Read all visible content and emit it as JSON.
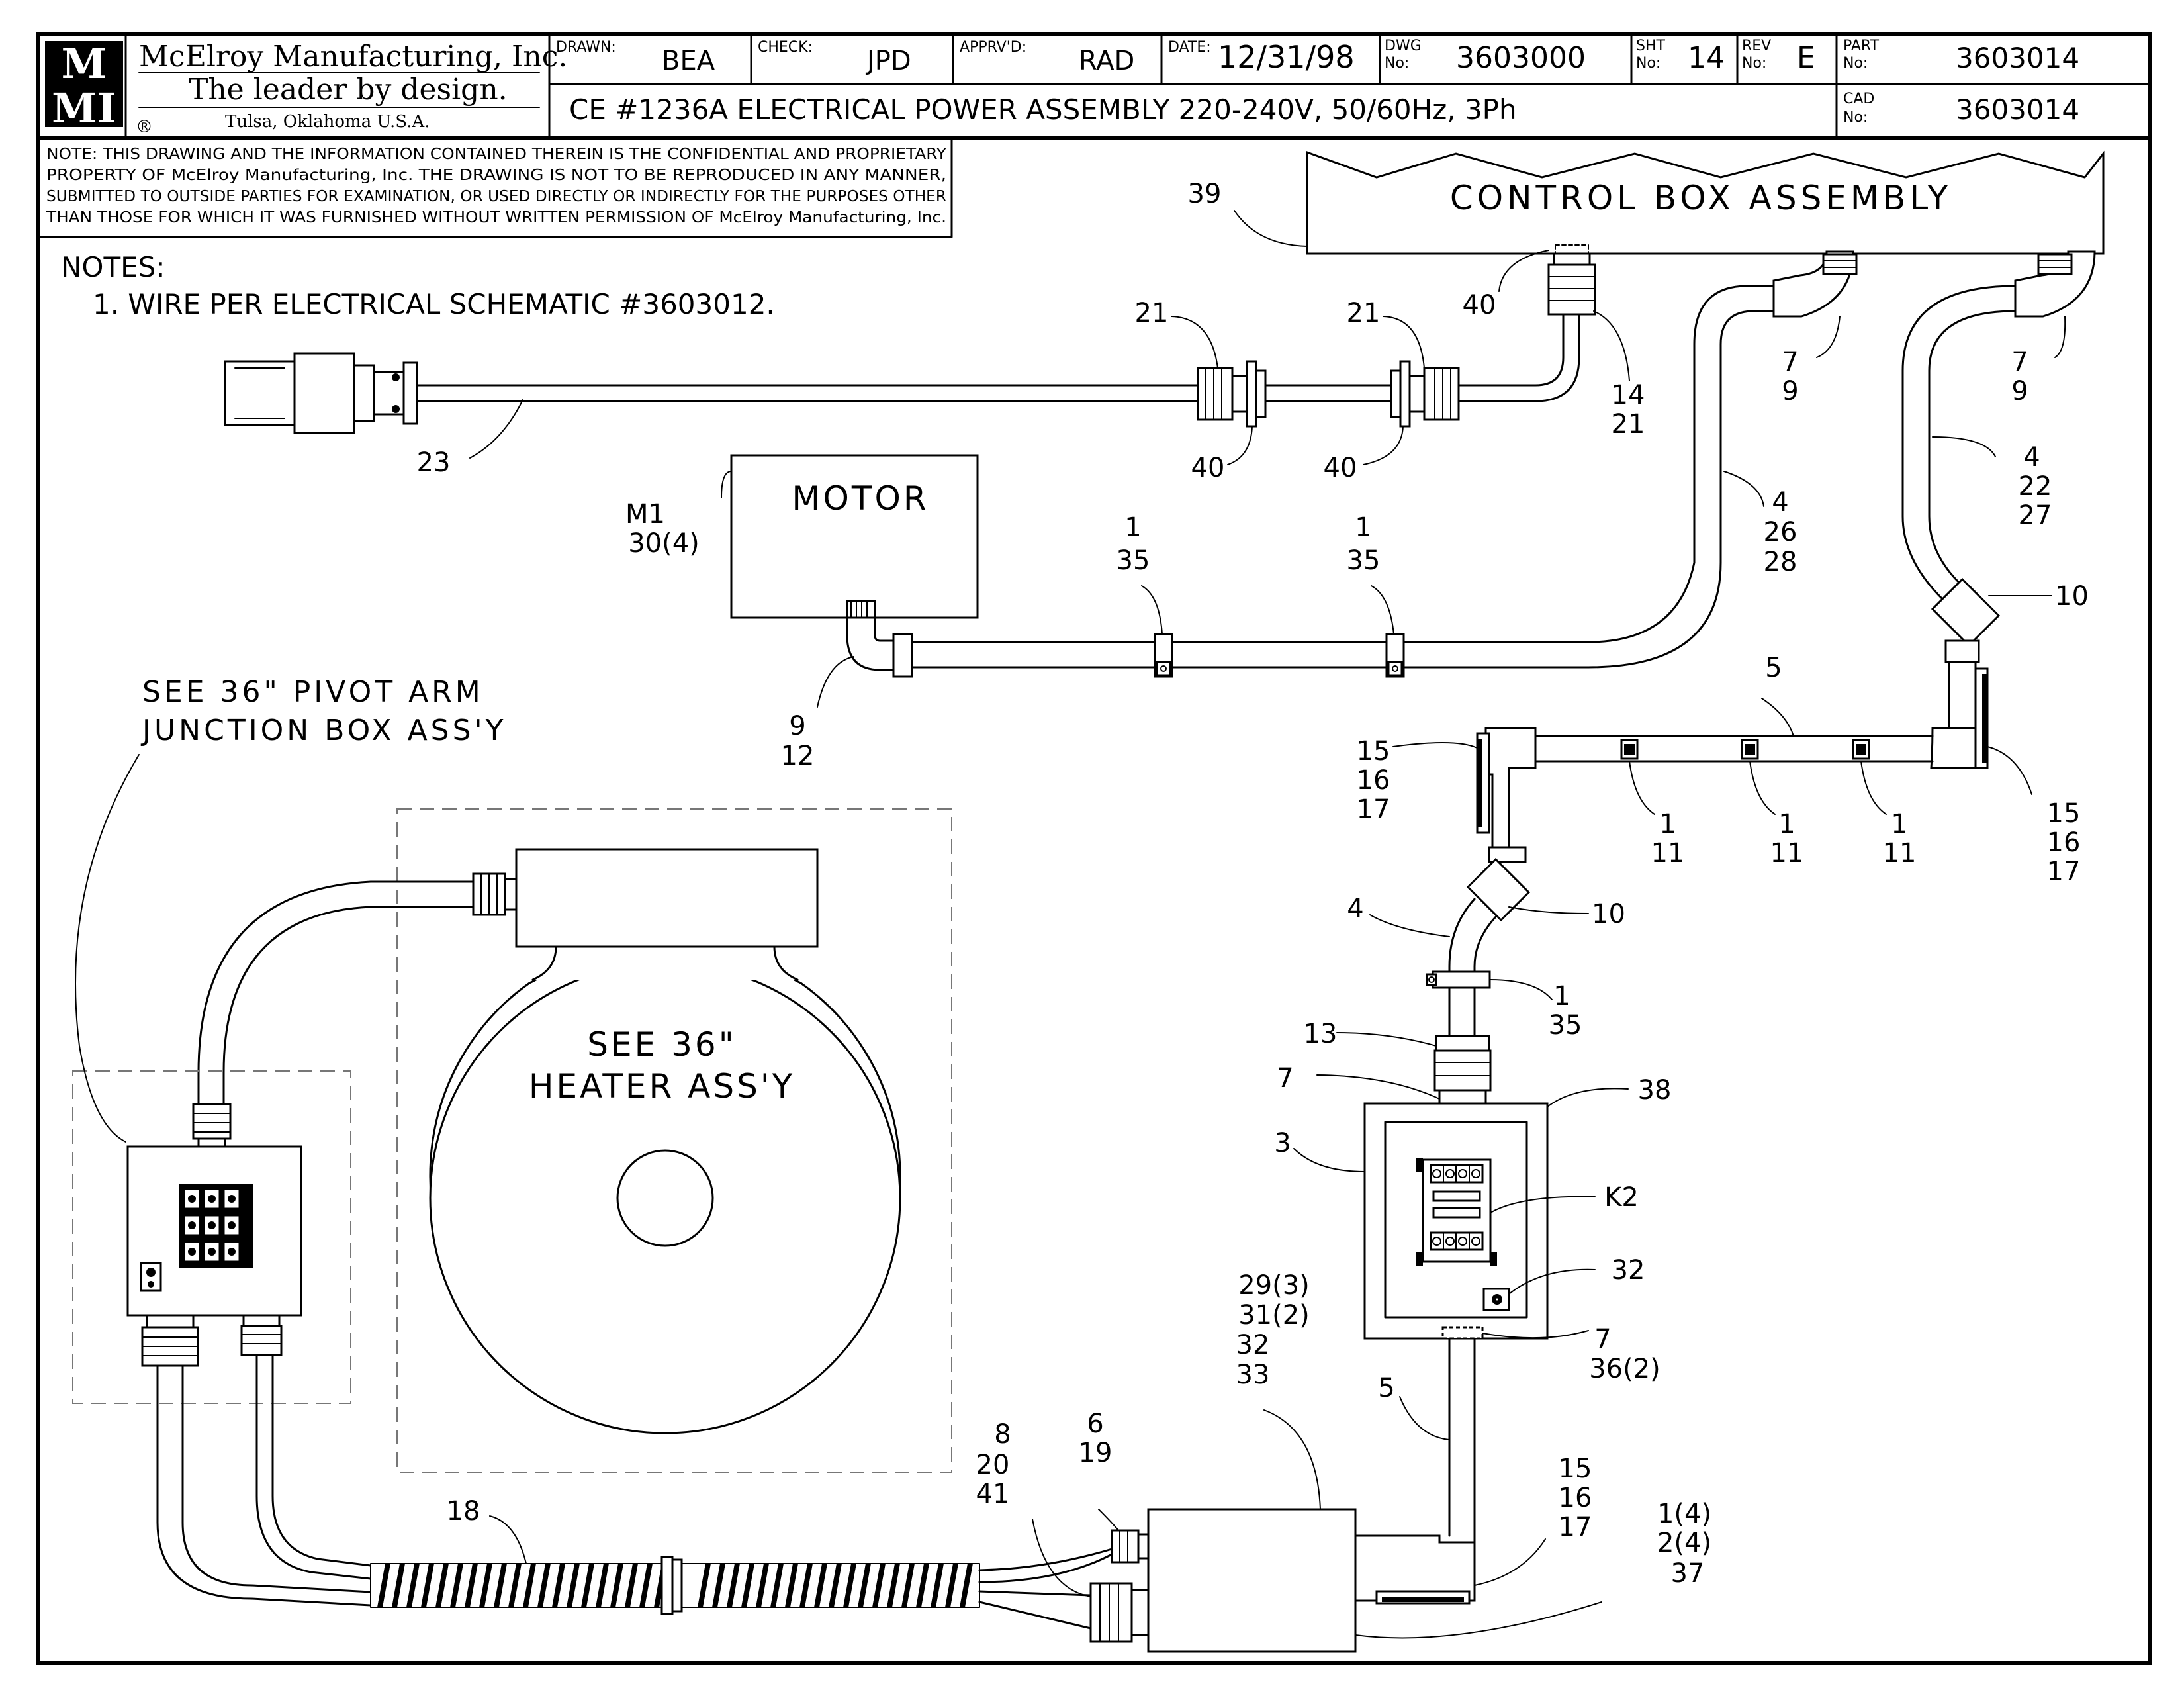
{
  "title_block": {
    "company": "McElroy Manufacturing, Inc.",
    "tagline": "The leader by design.",
    "location": "Tulsa, Oklahoma U.S.A.",
    "logo_text": "MMI",
    "registered_mark": "®",
    "drawn_label": "DRAWN:",
    "drawn_value": "BEA",
    "check_label": "CHECK:",
    "check_value": "JPD",
    "apprvd_label": "APPRV'D:",
    "apprvd_value": "RAD",
    "date_label": "DATE:",
    "date_value": "12/31/98",
    "dwg_label_1": "DWG",
    "dwg_label_2": "No:",
    "dwg_value": "3603000",
    "sht_label_1": "SHT",
    "sht_label_2": "No:",
    "sht_value": "14",
    "rev_label_1": "REV",
    "rev_label_2": "No:",
    "rev_value": "E",
    "part_label_1": "PART",
    "part_label_2": "No:",
    "part_value": "3603014",
    "cad_label_1": "CAD",
    "cad_label_2": "No:",
    "cad_value": "3603014",
    "drawing_title": "CE #1236A ELECTRICAL POWER ASSEMBLY 220-240V, 50/60Hz, 3Ph"
  },
  "confidential_note": [
    "NOTE: THIS DRAWING AND THE INFORMATION CONTAINED THEREIN IS THE CONFIDENTIAL AND PROPRIETARY",
    "PROPERTY OF McElroy Manufacturing, Inc. THE DRAWING IS NOT TO BE REPRODUCED IN ANY MANNER,",
    "SUBMITTED TO OUTSIDE PARTIES FOR EXAMINATION, OR USED DIRECTLY OR INDIRECTLY FOR THE PURPOSES OTHER",
    "THAN THOSE FOR WHICH IT WAS FURNISHED WITHOUT WRITTEN PERMISSION OF McElroy Manufacturing, Inc."
  ],
  "notes": {
    "heading": "NOTES:",
    "items": [
      "1. WIRE PER ELECTRICAL SCHEMATIC #3603012."
    ]
  },
  "components": {
    "control_box": "CONTROL BOX ASSEMBLY",
    "motor": "MOTOR",
    "heater_line1": "SEE 36\"",
    "heater_line2": "HEATER ASS'Y",
    "junction_line1": "SEE 36\" PIVOT ARM",
    "junction_line2": "JUNCTION BOX ASS'Y"
  },
  "callouts": {
    "c39": "39",
    "c40a": "40",
    "c21a": "21",
    "c21b": "21",
    "c40b": "40",
    "c40c": "40",
    "c14_21": [
      "14",
      "21"
    ],
    "c7_9a": [
      "7",
      "9"
    ],
    "c7_9b": [
      "7",
      "9"
    ],
    "c23": "23",
    "cM1": [
      "M1",
      "30(4)"
    ],
    "c1_35a": [
      "1",
      "35"
    ],
    "c1_35b": [
      "1",
      "35"
    ],
    "c4_26_28": [
      "4",
      "26",
      "28"
    ],
    "c4_22_27": [
      "4",
      "22",
      "27"
    ],
    "c10a": "10",
    "c9_12": [
      "9",
      "12"
    ],
    "c5a": "5",
    "c15_16_17a": [
      "15",
      "16",
      "17"
    ],
    "c15_16_17b": [
      "15",
      "16",
      "17"
    ],
    "c1_11a": [
      "1",
      "11"
    ],
    "c1_11b": [
      "1",
      "11"
    ],
    "c1_11c": [
      "1",
      "11"
    ],
    "c4b": "4",
    "c10b": "10",
    "c1_35c": [
      "1",
      "35"
    ],
    "c13": "13",
    "c7a": "7",
    "c38": "38",
    "c3": "3",
    "cK2": "K2",
    "c32": "32",
    "c7_36": [
      "7",
      "36(2)"
    ],
    "c29_33": [
      "29(3)",
      "31(2)",
      "32",
      "33"
    ],
    "c5b": "5",
    "c15_16_17c": [
      "15",
      "16",
      "17"
    ],
    "c1_2_37": [
      "1(4)",
      "2(4)",
      "37"
    ],
    "c8_20_41": [
      "8",
      "20",
      "41"
    ],
    "c6_19": [
      "6",
      "19"
    ],
    "c18": "18"
  }
}
